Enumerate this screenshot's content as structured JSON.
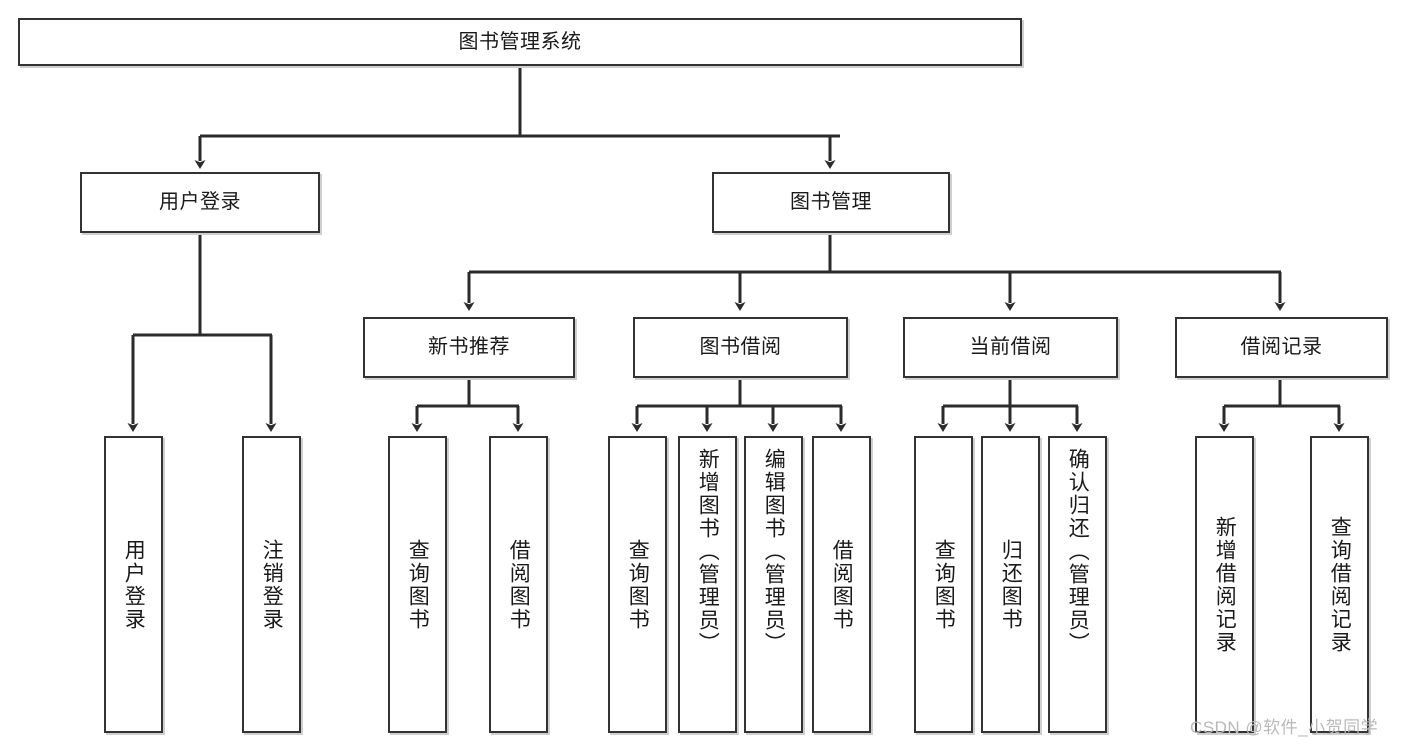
{
  "diagram": {
    "title": "图书管理系统",
    "type": "tree-hierarchy-chart",
    "stroke_color": "#333333",
    "shadow_color": "#cfcfcf",
    "background_color": "#ffffff",
    "text_color": "#1a1a1a"
  },
  "nodes": {
    "root": {
      "label": "图书管理系统"
    },
    "level1": [
      {
        "label": "用户登录"
      },
      {
        "label": "图书管理"
      }
    ],
    "level2": [
      {
        "label": "新书推荐"
      },
      {
        "label": "图书借阅"
      },
      {
        "label": "当前借阅"
      },
      {
        "label": "借阅记录"
      }
    ],
    "leaves": {
      "user_login": [
        {
          "label": "用户登录"
        },
        {
          "label": "注销登录"
        }
      ],
      "new_book_recommend": [
        {
          "label": "查询图书"
        },
        {
          "label": "借阅图书"
        }
      ],
      "book_borrow": [
        {
          "label": "查询图书"
        },
        {
          "label": "新增图书（管理员）"
        },
        {
          "label": "编辑图书（管理员）"
        },
        {
          "label": "借阅图书"
        }
      ],
      "current_borrow": [
        {
          "label": "查询图书"
        },
        {
          "label": "归还图书"
        },
        {
          "label": "确认归还（管理员）"
        }
      ],
      "borrow_record": [
        {
          "label": "新增借阅记录"
        },
        {
          "label": "查询借阅记录"
        }
      ]
    }
  },
  "watermark": {
    "text": "CSDN @软件_小贺同学"
  }
}
